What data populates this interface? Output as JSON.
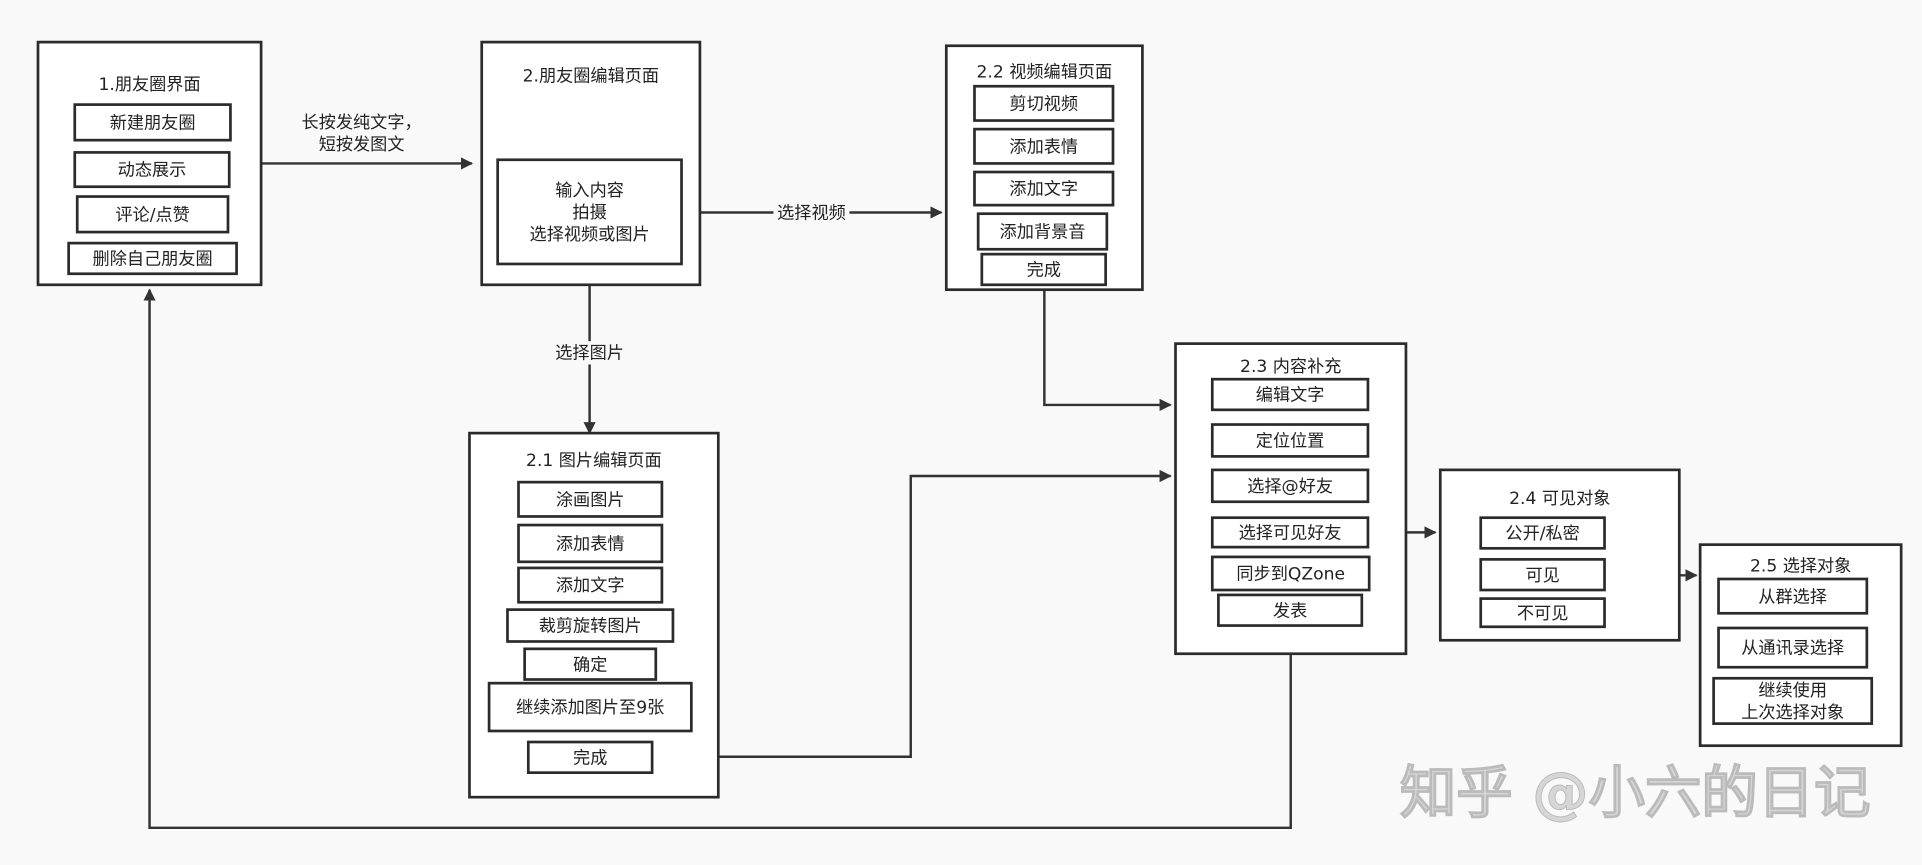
{
  "nodes": [
    {
      "id": "n1",
      "title": "1.朋友圈界面",
      "items": [
        [
          "新建朋友圈"
        ],
        [
          "动态展示"
        ],
        [
          "评论/点赞"
        ],
        [
          "删除自己朋友圈"
        ]
      ]
    },
    {
      "id": "n2",
      "title": "2.朋友圈编辑页面",
      "items": [
        [
          "输入内容",
          "拍摄",
          "选择视频或图片"
        ]
      ]
    },
    {
      "id": "n21",
      "title": "2.1 图片编辑页面",
      "items": [
        [
          "涂画图片"
        ],
        [
          "添加表情"
        ],
        [
          "添加文字"
        ],
        [
          "裁剪旋转图片"
        ],
        [
          "确定"
        ],
        [
          "继续添加图片至9张"
        ],
        [
          "完成"
        ]
      ]
    },
    {
      "id": "n22",
      "title": "2.2 视频编辑页面",
      "items": [
        [
          "剪切视频"
        ],
        [
          "添加表情"
        ],
        [
          "添加文字"
        ],
        [
          "添加背景音"
        ],
        [
          "完成"
        ]
      ]
    },
    {
      "id": "n23",
      "title": "2.3 内容补充",
      "items": [
        [
          "编辑文字"
        ],
        [
          "定位位置"
        ],
        [
          "选择@好友"
        ],
        [
          "选择可见好友"
        ],
        [
          "同步到QZone"
        ],
        [
          "发表"
        ]
      ]
    },
    {
      "id": "n24",
      "title": "2.4 可见对象",
      "items": [
        [
          "公开/私密"
        ],
        [
          "可见"
        ],
        [
          "不可见"
        ]
      ]
    },
    {
      "id": "n25",
      "title": "2.5 选择对象",
      "items": [
        [
          "从群选择"
        ],
        [
          "从通讯录选择"
        ],
        [
          "继续使用",
          "上次选择对象"
        ]
      ]
    }
  ],
  "edges": [
    {
      "from": "1.朋友圈界面",
      "to": "2.朋友圈编辑页面",
      "label": [
        "长按发纯文字，",
        "短按发图文"
      ]
    },
    {
      "from": "2.朋友圈编辑页面",
      "to": "2.2 视频编辑页面",
      "label": [
        "选择视频"
      ]
    },
    {
      "from": "2.朋友圈编辑页面",
      "to": "2.1 图片编辑页面",
      "label": [
        "选择图片"
      ]
    },
    {
      "from": "2.1 图片编辑页面 / 完成",
      "to": "2.3 内容补充",
      "label": []
    },
    {
      "from": "2.2 视频编辑页面 / 完成",
      "to": "2.3 内容补充",
      "label": []
    },
    {
      "from": "2.3 内容补充 / 选择可见好友",
      "to": "2.4 可见对象",
      "label": []
    },
    {
      "from": "2.4 可见对象 / 可见",
      "to": "2.5 选择对象",
      "label": []
    },
    {
      "from": "2.3 内容补充 / 发表",
      "to": "1.朋友圈界面",
      "label": []
    }
  ],
  "watermark": "知乎 @小六的日记"
}
